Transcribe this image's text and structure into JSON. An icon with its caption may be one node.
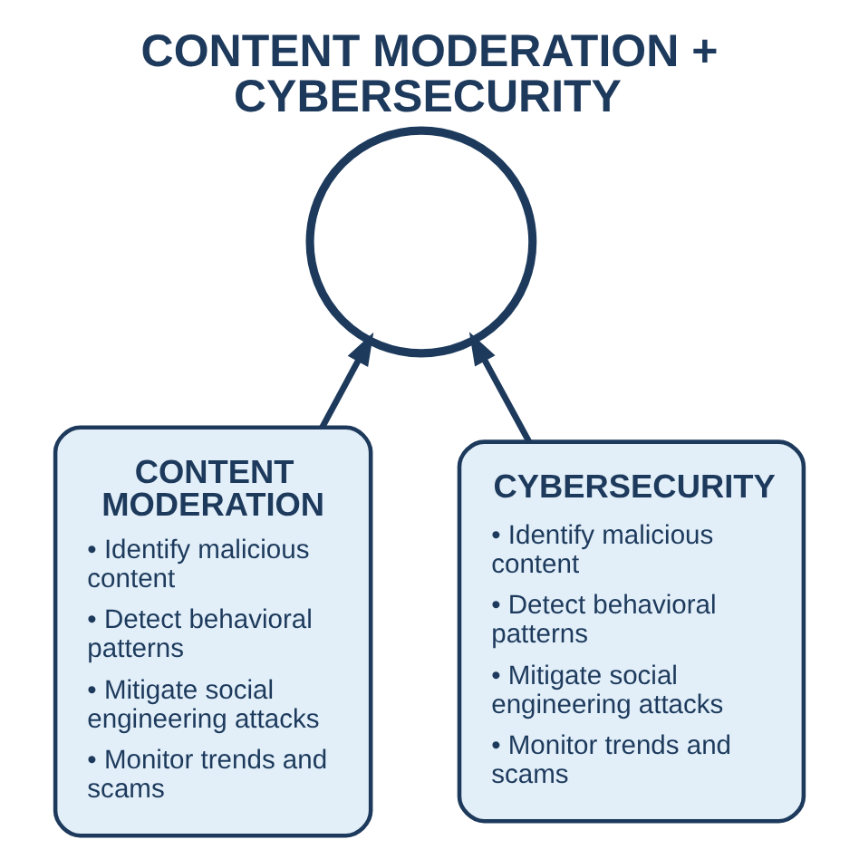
{
  "diagram": {
    "title": "CONTENT MODERATION + CYBERSECURITY",
    "nodes": [
      {
        "text": [],
        "shape": "circle"
      },
      {
        "text": [
          "CONTENT MODERATION",
          "• Identify malicious content",
          "• Detect behavioral patterns",
          "• Mitigate social engineering attacks",
          "• Monitor trends and scams"
        ]
      },
      {
        "text": [
          "CYBERSECURITY",
          "• Identify malicious content",
          "• Detect behavioral patterns",
          "• Mitigate social engineering attacks",
          "• Monitor trends and scams"
        ]
      }
    ],
    "edges": [
      {
        "from": 1,
        "to": 0,
        "arrow": "to"
      },
      {
        "from": 2,
        "to": 0,
        "arrow": "to"
      }
    ]
  }
}
